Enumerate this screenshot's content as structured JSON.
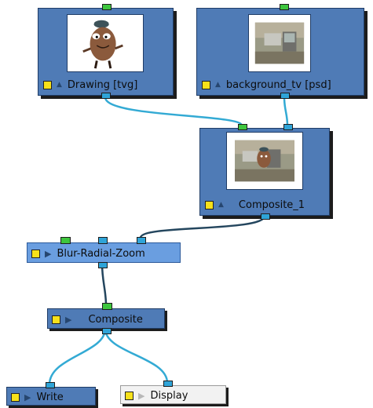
{
  "nodes": {
    "drawing": {
      "label": "Drawing  [tvg]",
      "icon": "cartoon-character-thumbnail-icon"
    },
    "background": {
      "label": "background_tv  [psd]",
      "icon": "room-background-thumbnail-icon"
    },
    "composite_1": {
      "label": "Composite_1",
      "icon": "composite-thumbnail-icon"
    },
    "blur": {
      "label": "Blur-Radial-Zoom"
    },
    "composite": {
      "label": "Composite"
    },
    "write": {
      "label": "Write"
    },
    "display": {
      "label": "Display"
    }
  },
  "colors": {
    "node_fill": "#4f7bb6",
    "node_selected": "#6a9ee0",
    "wire": "#33aad4",
    "wire_dark": "#24465e",
    "port_green": "#3ec63e",
    "port_blue": "#2fa4d8",
    "enable_square": "#f7e11a"
  }
}
